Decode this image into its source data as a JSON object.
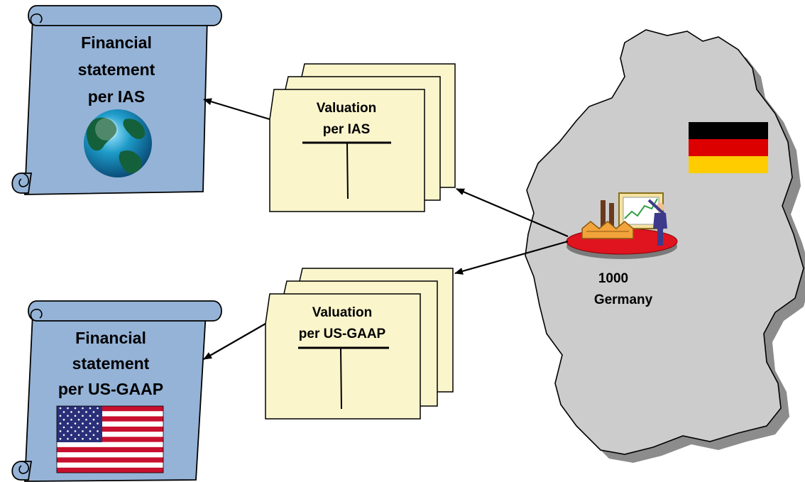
{
  "scroll_ias": {
    "title_lines": [
      "Financial",
      "statement",
      "per IAS"
    ],
    "icon": "globe-icon"
  },
  "scroll_usgaap": {
    "title_lines": [
      "Financial",
      "statement",
      "per US-GAAP"
    ],
    "icon": "us-flag-icon"
  },
  "ledger_ias": {
    "lines": [
      "Valuation",
      "per IAS"
    ]
  },
  "ledger_usgaap": {
    "lines": [
      "Valuation",
      "per US-GAAP"
    ]
  },
  "company": {
    "code": "1000",
    "name": "Germany",
    "icon": "factory-icon"
  },
  "germany_flag": {
    "colors": [
      "#000000",
      "#dd0000",
      "#ffcc00"
    ]
  },
  "colors": {
    "scroll_fill": "#95b3d7",
    "ledger_fill": "#fbf5cc",
    "map_fill": "#cccccc",
    "map_shadow": "#8c8c8c",
    "platform": "#e0141e"
  }
}
